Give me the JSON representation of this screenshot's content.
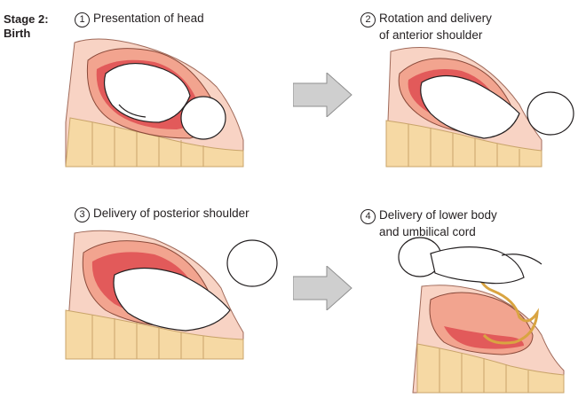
{
  "stage": {
    "title_line1": "Stage 2:",
    "title_line2": "Birth"
  },
  "steps": [
    {
      "number": "1",
      "line1": "Presentation of head",
      "line2": ""
    },
    {
      "number": "2",
      "line1": "Rotation and delivery",
      "line2": "of anterior shoulder"
    },
    {
      "number": "3",
      "line1": "Delivery of posterior shoulder",
      "line2": ""
    },
    {
      "number": "4",
      "line1": "Delivery of lower body",
      "line2": "and umbilical cord"
    }
  ],
  "colors": {
    "uterus_outer": "#f2a48f",
    "uterus_inner": "#e25a5a",
    "body_tissue": "#f8d3c4",
    "spine": "#f6d9a4",
    "spine_line": "#c9a46a",
    "baby_fill": "#ffffff",
    "arrow": "#cfcfcf",
    "cord": "#d9a441"
  }
}
